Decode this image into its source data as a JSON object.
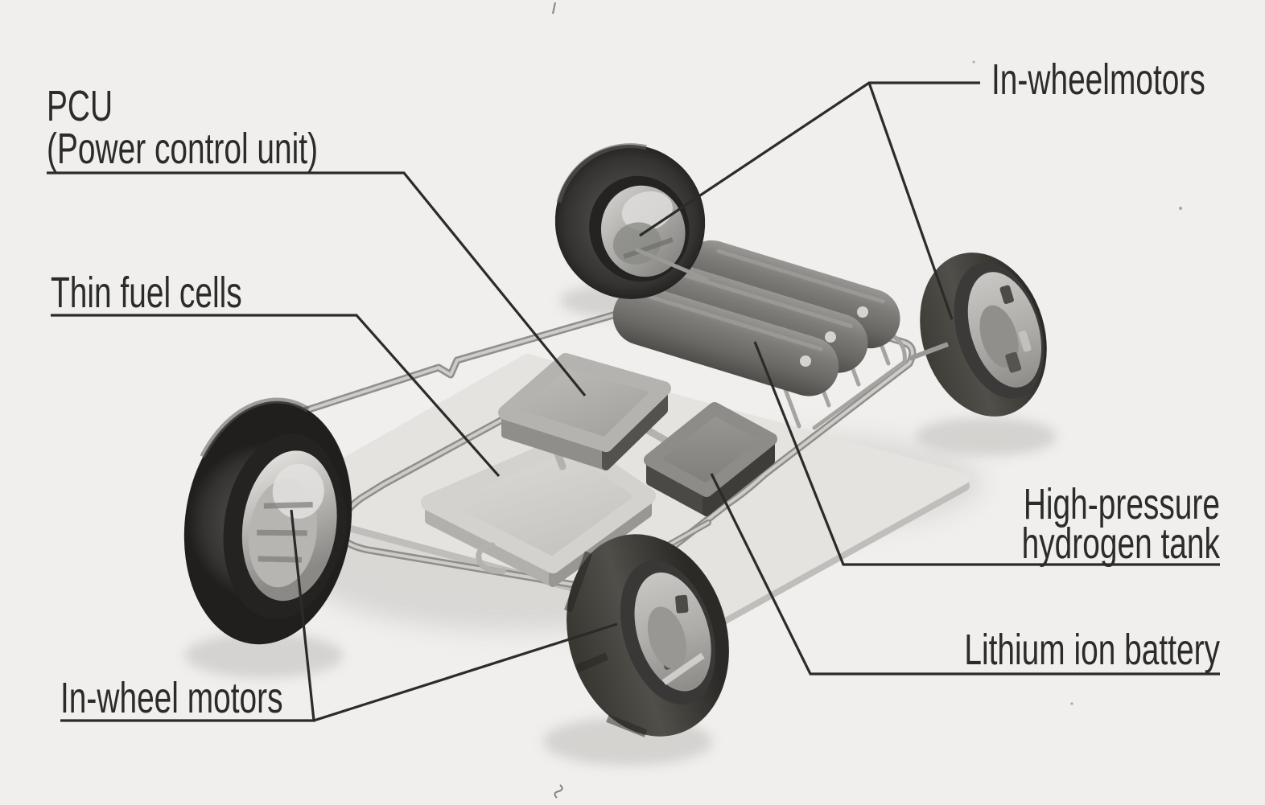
{
  "figure": {
    "type": "cutaway-diagram",
    "subject": "Fuel-cell electric vehicle rolling chassis with in-wheel motors",
    "style": "grayscale 3D illustration on light scanned paper"
  },
  "palette": {
    "background": "#f0efed",
    "ink": "#2b2b29",
    "tire": "#343331",
    "hub": "#c8c7c4",
    "tank": "#6f6e6a",
    "fuel_cell_top": "#d4d3d0",
    "pcu_top": "#b2b1ae",
    "battery_top": "#8d8c89",
    "frame_tube": "#c9c8c5"
  },
  "labels": {
    "pcu": {
      "line1": "PCU",
      "line2": "(Power control unit)"
    },
    "thin_fuel_cells": {
      "text": "Thin fuel cells"
    },
    "in_wheelmotors_top": {
      "text": "In-wheelmotors"
    },
    "high_pressure_tank": {
      "line1": "High-pressure",
      "line2": "hydrogen tank"
    },
    "lithium_ion_battery": {
      "text": "Lithium ion battery"
    },
    "in_wheel_motors_bottom": {
      "text": "In-wheel motors"
    }
  },
  "parts": [
    "in-wheel motor wheel (front)",
    "in-wheel motor wheel (right)",
    "in-wheel motor wheel (left)",
    "in-wheel motor wheel (rear)",
    "high-pressure hydrogen tanks (3)",
    "PCU power control unit box",
    "thin fuel cell stack",
    "lithium ion battery pack",
    "chassis frame tube",
    "chassis base plate"
  ]
}
